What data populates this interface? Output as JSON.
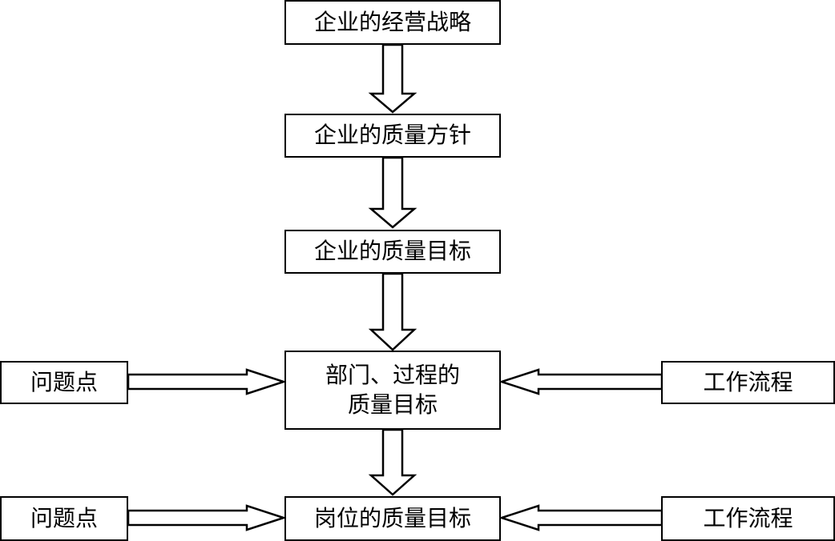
{
  "nodes": {
    "strategy": "企业的经营战略",
    "policy": "企业的质量方针",
    "company_goal": "企业的质量目标",
    "dept_goal": [
      "部门、过程的",
      "质量目标"
    ],
    "post_goal": "岗位的质量目标",
    "issues_upper": "问题点",
    "workflow_upper": "工作流程",
    "issues_lower": "问题点",
    "workflow_lower": "工作流程"
  },
  "colors": {
    "stroke": "#000000",
    "fill": "#ffffff"
  }
}
